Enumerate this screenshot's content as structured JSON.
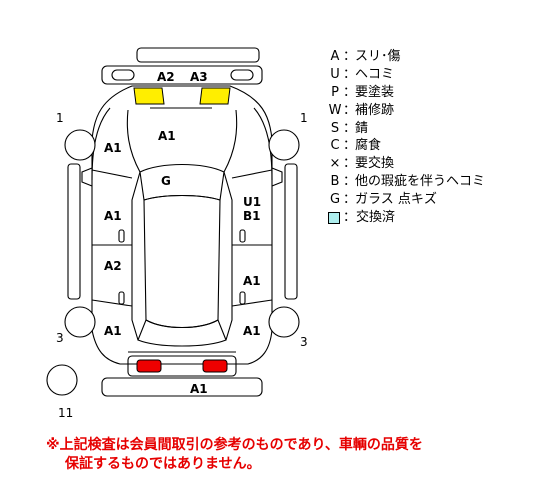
{
  "legend": [
    {
      "code": "A",
      "sep": "：",
      "text": "スリ･傷"
    },
    {
      "code": "U",
      "sep": "：",
      "text": "ヘコミ"
    },
    {
      "code": "P",
      "sep": "：",
      "text": "要塗装"
    },
    {
      "code": "W",
      "sep": "：",
      "text": "補修跡"
    },
    {
      "code": "S",
      "sep": "：",
      "text": "錆"
    },
    {
      "code": "C",
      "sep": "：",
      "text": "腐食"
    },
    {
      "code": "×",
      "sep": "：",
      "text": "要交換"
    },
    {
      "code": "B",
      "sep": "：",
      "text": "他の瑕疵を伴うヘコミ"
    },
    {
      "code": "G",
      "sep": "：",
      "text": "ガラス 点キズ"
    }
  ],
  "legend_exchanged": {
    "text": "：交換済",
    "color": "#aeeeee"
  },
  "marks": {
    "headlight_left": "A2",
    "headlight_right": "A3",
    "hood": "A1",
    "front_fender_left": "A1",
    "windshield": "G",
    "front_door_left": "A1",
    "front_door_right_u": "U1",
    "front_door_right_b": "B1",
    "rear_door_left": "A2",
    "rear_door_right": "A1",
    "rear_fender_left": "A1",
    "rear_fender_right": "A1",
    "rear_bumper": "A1",
    "tire_front_left": "1",
    "tire_front_right": "1",
    "tire_rear_left": "3",
    "tire_rear_right": "3",
    "spare_tire": "11"
  },
  "colors": {
    "headlight_fill": "#ffee00",
    "taillight_fill": "#ee0000",
    "disclaimer": "#e60000"
  },
  "disclaimer": {
    "line1": "※上記検査は会員間取引の参考のものであり、車輌の品質を",
    "line2": "保証するものではありません。"
  }
}
